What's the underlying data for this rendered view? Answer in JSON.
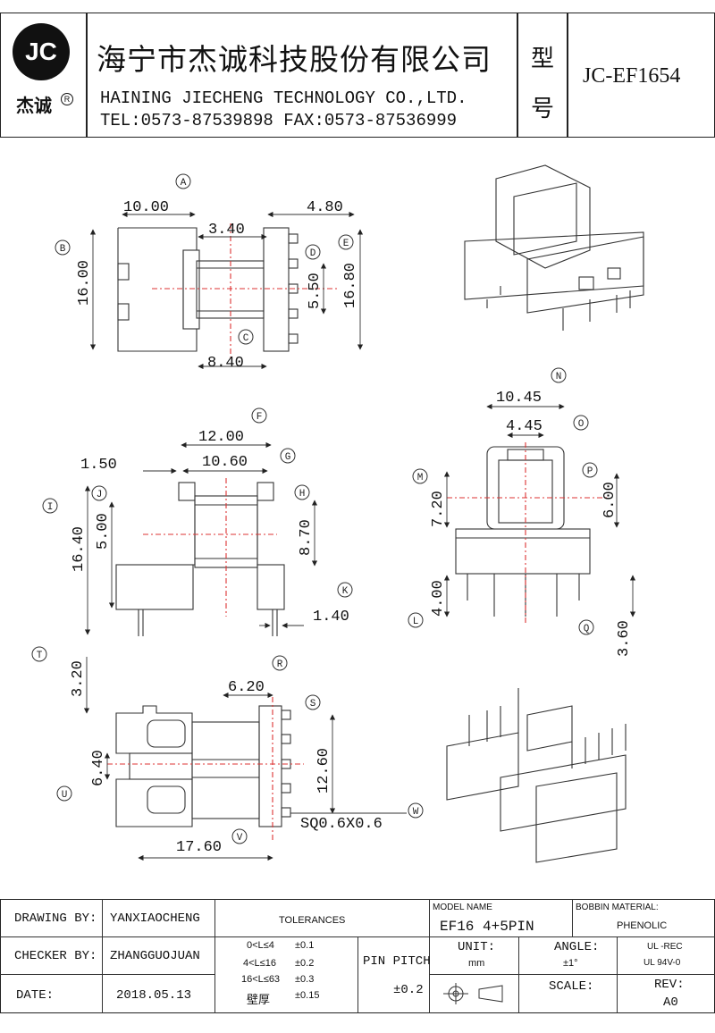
{
  "header": {
    "logo_text": "JC",
    "logo_sub": "杰诚",
    "logo_reg": "R",
    "company_cn": "海宁市杰诚科技股份有限公司",
    "company_en": "HAINING JIECHENG TECHNOLOGY CO.,LTD.",
    "contact": "TEL:0573-87539898  FAX:0573-87536999",
    "model_label_1": "型",
    "model_label_2": "号",
    "model_code": "JC-EF1654"
  },
  "drawing": {
    "callouts": [
      "A",
      "B",
      "C",
      "D",
      "E",
      "F",
      "G",
      "H",
      "I",
      "J",
      "K",
      "L",
      "M",
      "N",
      "O",
      "P",
      "Q",
      "R",
      "S",
      "T",
      "U",
      "V",
      "W"
    ],
    "dims": {
      "a_width": "10.00",
      "a_right": "4.80",
      "a_inner": "3.40",
      "b_height": "16.00",
      "e_height": "16.80",
      "d_pitch": "5.50",
      "c_base": "8.40",
      "f_width": "12.00",
      "g_width": "10.60",
      "flange": "1.50",
      "i_height": "16.40",
      "j_height": "5.00",
      "h_height": "8.70",
      "k_pin": "1.40",
      "n_width": "10.45",
      "o_width": "4.45",
      "m_height": "7.20",
      "p_height": "6.00",
      "l_height": "4.00",
      "q_height": "3.60",
      "t_height": "3.20",
      "u_height": "6.40",
      "r_width": "6.20",
      "s_height": "12.60",
      "v_width": "17.60",
      "w_pin": "SQ0.6X0.6"
    }
  },
  "titleblock": {
    "drawing_by_label": "DRAWING  BY:",
    "drawing_by": "YANXIAOCHENG",
    "checker_by_label": "CHECKER  BY:",
    "checker_by": "ZHANGGUOJUAN",
    "date_label": "DATE:",
    "date": "2018.05.13",
    "tolerances_label": "TOLERANCES",
    "tol_rows": [
      {
        "range": "0<L≤4",
        "value": "±0.1"
      },
      {
        "range": "4<L≤16",
        "value": "±0.2"
      },
      {
        "range": "16<L≤63",
        "value": "±0.3"
      },
      {
        "range": "壁厚",
        "value": "±0.15"
      }
    ],
    "pin_pitch_label": "PIN PITCH",
    "pin_pitch_value": "±0.2",
    "model_name_label": "MODEL NAME",
    "model_name": "EF16 4+5PIN",
    "bobbin_material_label": "BOBBIN MATERIAL:",
    "bobbin_material": "PHENOLIC",
    "unit_label": "UNIT:",
    "unit": "mm",
    "angle_label": "ANGLE:",
    "angle": "±1°",
    "ul_1": "UL -REC",
    "ul_2": "UL  94V-0",
    "scale_label": "SCALE:",
    "rev_label": "REV:",
    "rev": "A0"
  }
}
